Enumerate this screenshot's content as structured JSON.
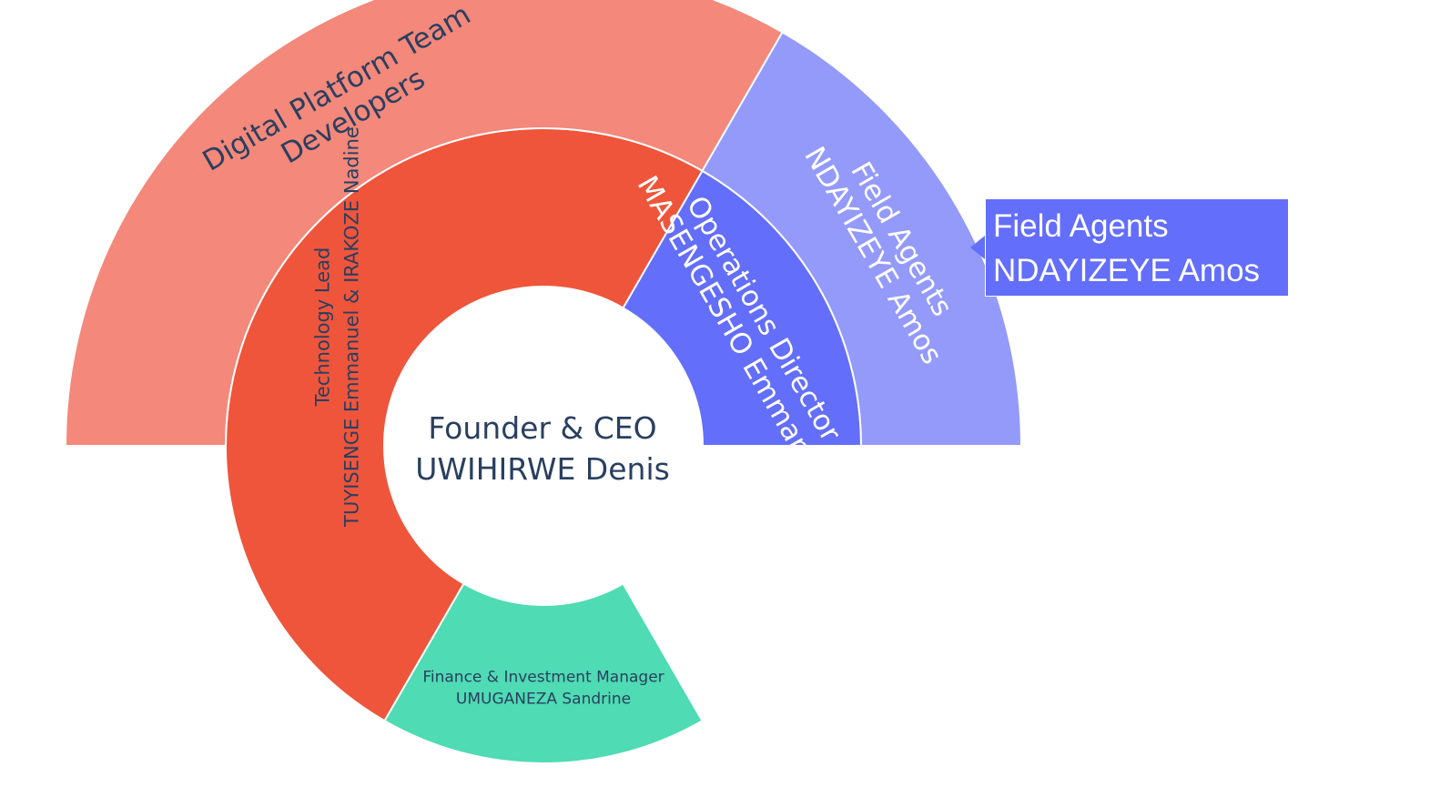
{
  "chart_data": {
    "type": "sunburst",
    "root": {
      "label": "Founder & CEO",
      "name": "UWIHIRWE Denis"
    },
    "segments": [
      {
        "id": "ops",
        "level": 1,
        "label": "Operations Director",
        "name": "MASENGESHO Emmanuel",
        "color": "#636efa",
        "angle_start": 0,
        "angle_end": 60
      },
      {
        "id": "tech",
        "level": 1,
        "label": "Technology Lead",
        "name": "TUYISENGE Emmanuel & IRAKOZE Nadine",
        "color": "#ef553b",
        "angle_start": 60,
        "angle_end": 240
      },
      {
        "id": "fin",
        "level": 1,
        "label": "Finance & Investment Manager",
        "name": "UMUGANEZA Sandrine",
        "color": "#4fdbb4",
        "angle_start": 240,
        "angle_end": 300
      },
      {
        "id": "field",
        "level": 2,
        "parent": "ops",
        "label": "Field Agents",
        "name": "NDAYIZEYE Amos",
        "color": "#939afa",
        "angle_start": 0,
        "angle_end": 60
      },
      {
        "id": "dev",
        "level": 2,
        "parent": "tech",
        "label": "Digital Platform Team",
        "name": "Developers",
        "color": "#f3887b",
        "angle_start": 60,
        "angle_end": 180
      }
    ]
  },
  "tooltip": {
    "line1": "Field Agents",
    "line2": "NDAYIZEYE Amos"
  },
  "colors": {
    "text_dark": "#2a3f5f",
    "text_light": "#ffffff",
    "background": "#ffffff"
  }
}
